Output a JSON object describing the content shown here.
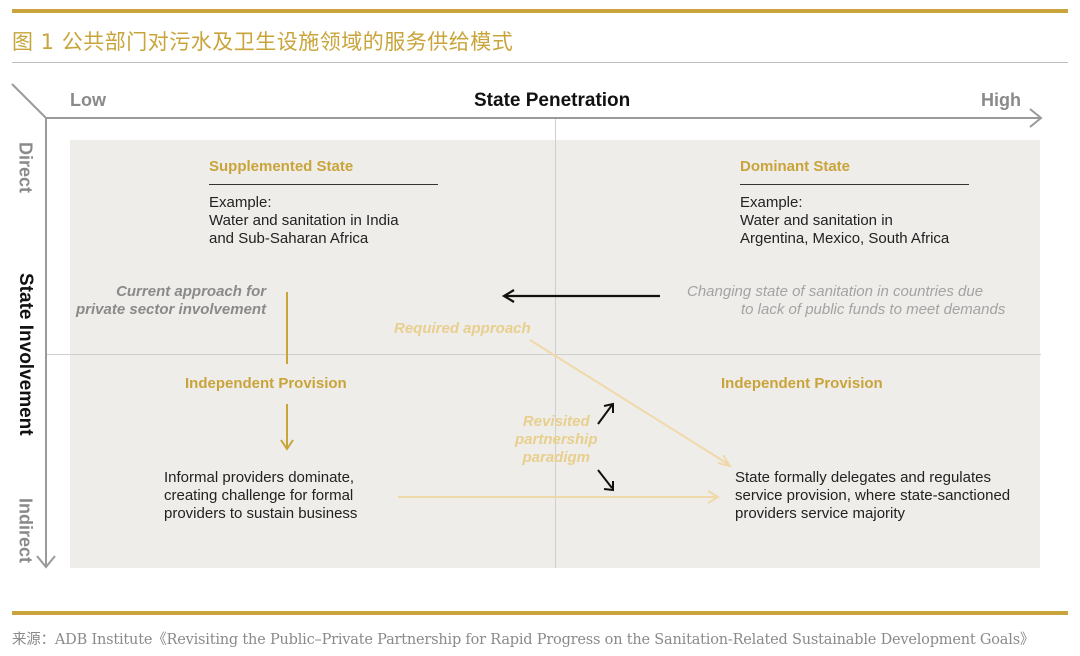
{
  "figure": {
    "title": "图 1 公共部门对污水及卫生设施领域的服务供给模式",
    "source": "来源：ADB Institute《Revisiting the Public–Private Partnership for Rapid Progress on the Sanitation-Related Sustainable Development Goals》"
  },
  "axes": {
    "x_title": "State Penetration",
    "x_low": "Low",
    "x_high": "High",
    "y_title": "State Involvement",
    "y_top": "Direct",
    "y_bottom": "Indirect"
  },
  "quadrants": {
    "top_left": {
      "heading": "Supplemented State",
      "body": "Example:\nWater and sanitation in India\nand Sub-Saharan Africa"
    },
    "top_right": {
      "heading": "Dominant State",
      "body": "Example:\nWater and sanitation in\nArgentina, Mexico, South Africa"
    },
    "bottom_left": {
      "heading": "Independent Provision",
      "body": "Informal providers dominate,\ncreating challenge for formal\nproviders to sustain business"
    },
    "bottom_right": {
      "heading": "Independent Provision",
      "body": "State formally delegates and regulates\nservice provision, where state-sanctioned\nproviders service majority"
    }
  },
  "annotations": {
    "current_approach": "Current approach for\nprivate sector involvement",
    "changing_state_line1": "Changing state of sanitation in countries due",
    "changing_state_line2": "to lack of public funds to meet demands",
    "required_approach": "Required approach",
    "revisited": "Revisited\npartnership\nparadigm"
  },
  "colors": {
    "gold": "#c9a43a",
    "gold_light": "#f0d9a8",
    "grey": "#8a8a8a",
    "panel": "#efedea"
  }
}
